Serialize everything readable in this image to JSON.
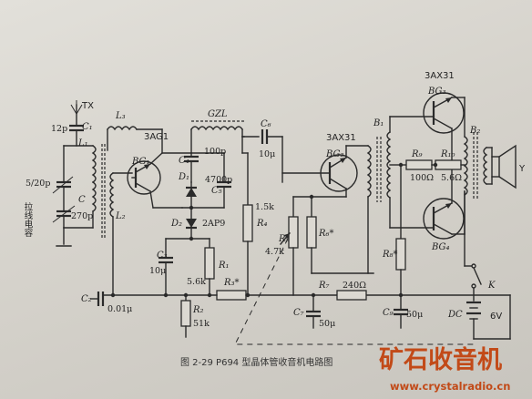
{
  "labels": {
    "antenna": "TX",
    "c1_val": "12p",
    "c1": "C₁",
    "l1": "L₁",
    "l2": "L₂",
    "l3": "L₃",
    "tuning_val": "5/20p",
    "tuning_desc": "拉线电容",
    "c_main": "C",
    "c_main_val": "270p",
    "bg1": "BG₁",
    "bg1_type": "3AG1",
    "gzl": "GZL",
    "c4": "C₄",
    "c4_val": "100p",
    "c5": "C₅",
    "c5_val": "4700p",
    "c6": "C₆",
    "c6_val": "10μ",
    "d1": "D₁",
    "d2": "D₂",
    "d2_type": "2AP9",
    "r4_val": "1.5k",
    "r4": "R₄",
    "r1": "R₁",
    "r1_val": "5.6k",
    "c3": "C₃",
    "c3_val": "10μ",
    "r3": "R₃*",
    "r2": "R₂",
    "r2_val": "51k",
    "c2": "C₂",
    "c2_val": "0.01μ",
    "bg2_type": "3AX31",
    "bg2": "BG₂",
    "r5": "R₅",
    "r5_val": "4.7k",
    "r6": "R₆*",
    "r7": "R₇",
    "r7_val": "240Ω",
    "c7": "C₇",
    "c7_val": "50μ",
    "b1": "B₁",
    "bg3_type": "3AX31",
    "bg3": "BG₃",
    "r9": "R₉",
    "r9_val": "100Ω",
    "r10": "R₁₀",
    "r10_val": "5.6Ω",
    "b2": "B₂",
    "speaker": "Y",
    "bg4": "BG₄",
    "r8": "R₈*",
    "c9": "C₉",
    "c9_val": "50μ",
    "switch": "K",
    "battery": "DC",
    "battery_val": "6V"
  },
  "caption": "图 2-29   P694 型晶体管收音机电路图",
  "watermark": {
    "name": "矿石收音机",
    "url": "www.crystalradio.cn"
  }
}
